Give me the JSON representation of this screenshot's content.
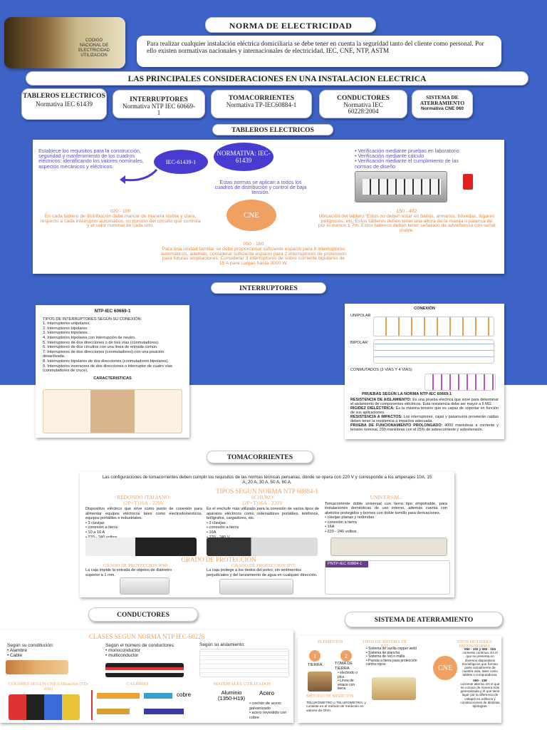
{
  "header": {
    "title": "NORMA DE ELECTRICIDAD",
    "logo_text": [
      "CODIGO",
      "NACIONAL DE",
      "ELECTRICIDAD",
      "UTILIZACION"
    ],
    "intro": "Para realizar cualquier instalación eléctrica domiciliaria se debe tener en cuenta la seguridad tanto del cliente como personal. Por ello existen normativas nacionales y internacionales de electricidad. IEC, CNE, NTP, ASTM",
    "subtitle": "LAS PRINCIPALES CONSIDERACIONES EN UNA INSTALACION ELECTRICA"
  },
  "categories": [
    {
      "title": "TABLEROS ELECTRICOS",
      "norm": "Normativa IEC 61439"
    },
    {
      "title": "INTERRUPTORES",
      "norm": "Normativa NTP IEC 60669-1"
    },
    {
      "title": "TOMACORRIENTES",
      "norm": "Normativa TP-IEC60884-1"
    },
    {
      "title": "CONDUCTORES",
      "norm": "Normativa IEC 60228:2004"
    },
    {
      "title": "SISTEMA DE ATERRAMIENTO",
      "norm": "Normativa CNE 060"
    }
  ],
  "tableros": {
    "heading": "TABLEROS ELECTRICOS",
    "left_text": "Establece los requisitos para la construcción, seguridad y mantenimiento de los cuadros eléctricos: identificando los valores nominales, aspectos mecánicos y eléctricos.",
    "iec_label": "IEC-61439-1",
    "normativa_label": "NORMATIVA: IEC-61439",
    "right_list": [
      "Verificación mediante pruebas en laboratorio",
      "Verificación mediante cálculo",
      "Verificación mediante el cumplimiento de las normas de diseño"
    ],
    "center_text": "Estas normas se aplican a todos los cuadros de distribución y control de baja tensión.",
    "cne_label": "CNE",
    "left_bottom_code": "020 - 100",
    "left_bottom": "En cada tablero de distribución debe marcar de manera visible y clara, respecto a cada interruptor automático, su porción del circuito que controla y el valor nominal de cada uno.",
    "right_bottom_code": "150 - 402",
    "right_bottom": "Ubicación del tablero. Estos no deben estar en baños, armarios, bóvedas, lugares peligrosos, etc. Estos tableros deben tener una altura de la manija o palanca de por lo menos 1.7m. Estos tableros deben tener señalado de advertencia con señal visible.",
    "bottom_code": "050 - 160",
    "bottom": "Para una unidad familiar se debe proporcionar suficiente espacio para 6 interruptores automáticos, además, considerar suficiente espacio para 2 interruptores de protección para futuras ampliaciones. Considerar 3 interruptores de sobre corriente bipolares de 15 A para cargas hasta 3000 W."
  },
  "interruptores": {
    "heading": "INTERRUPTORES",
    "doc_title": "NTP-IEC 60669-1",
    "doc_subtitle": "TIPOS DE INTERRUPTORES SEGÚN SU CONEXIÓN:",
    "list": [
      "1. Interruptores unipolares.",
      "2. Interruptores bipolares.",
      "3. Interruptores tripolares.",
      "4. Interruptores tripolares con interrupción de neutro.",
      "5. Interruptores de dos direcciones o de tres vías (conmutadores).",
      "6. Interruptores de dos circuitos con una línea de entrada común.",
      "7. Interruptores de dos direcciones (conmutadores) con una posición desactivada.",
      "8. Interruptores bipolares de dos direcciones (conmutadores bipolares).",
      "9. Interruptores inversores de dos direcciones o interruptor de cuatro vías (conmutadores de cruce)."
    ],
    "caracteristicas": "CARACTERISTICAS",
    "conexion": "CONEXIÓN",
    "unipolar": "UNIPOLAR",
    "bipolar": "BIPOLAR",
    "conmutados": "CONMUTADOS (3 VIAS Y 4 VIAS)",
    "pruebas_title": "PRUEBAS SEGÚN LA NORMA NTP-IEC 60669-1",
    "pruebas": [
      {
        "label": "RESISTENCIA DE AISLAMIENTO:",
        "text": "Es una prueba eléctrica que sirve para determinar el aislamiento de componentes eléctricos. Esta resistencia debe ser mayor a 5 MΩ."
      },
      {
        "label": "RIGIDEZ DIELÉCTRICA:",
        "text": "Es la máxima tensión que es capaz de soportar en función de sus aplicaciones."
      },
      {
        "label": "RESISTENCIA A IMPACTOS:",
        "text": "Los interruptores, cajas y pasamuros proveerán caídas deben tener la resistencia a impactos adecuada."
      },
      {
        "label": "PRUEBA DE FUNCIONAMIENTO PROLONGADO:",
        "text": "4000 maniobras a corriente y tensión nominal, 200 maniobras con el 25% de sobrecorriente y sobretensión."
      }
    ]
  },
  "tomacorrientes": {
    "heading": "TOMACORRIENTES",
    "intro": "Las configuraciones de tomacorrientes deben cumplir los requisitos de las normas técnicas peruanas, donde se opera con 220 V y corresponde a los amperajes 10A, 15 A, 20 A, 30 A, 50 A, 60 A.",
    "tipos_title": "TIPOS SEGUN NORMA NTP 60884-1",
    "types": [
      {
        "name": "REDONDO ITALIANO:",
        "spec": "(2P+T)10A - 220V",
        "text": "Dispositivo eléctrico que sirve como punto de conexión para alimentar equipos eléctricos tales como electrodomésticos, equipos portátiles e industriales.",
        "bullets": [
          "3 clavijas",
          "conexión a tierra",
          "10 a 16 A",
          "220 - 240 voltios"
        ]
      },
      {
        "name": "SCHUKO:",
        "spec": "(2P+T)16A - 220V",
        "text": "Es el enchufe más utilizado para la conexión de varios tipos de aparatos eléctricos como ordenadores portátiles, teléfonos, bolígrafos, cargadores, etc.",
        "bullets": [
          "2 clavijas",
          "conexión a tierra",
          "16A",
          "220 - 240 V"
        ]
      },
      {
        "name": "UNIVERSAL:",
        "spec": "",
        "text": "Tomacorriente doble universal con tierra tipo empotrable, para instalaciones domésticas de uso interno, además cuenta con alvéolos protegidos y bornes con doble tornillo para derivaciones.",
        "bullets": [
          "clavijas planas y redondas",
          "conexión a tierra",
          "16A",
          "220 - 240 voltios"
        ]
      }
    ],
    "grado_title": "GRADO DE PROTECCIÓN",
    "ip40_title": "GRADO DE PROTECCION IP40",
    "ip40_text": "La caja impide la entrada de objetos de diámetro superior a 1 mm.",
    "ip55_title": "GRADO DE PROTECCION IP55",
    "ip55_text": "La caja protege a los dedos del polvo, sin sedimentos perjudiciales y del lanzamiento de agua en cualquier dirección.",
    "ntp_box": "PNTP-IEC 60884-1"
  },
  "conductores": {
    "heading": "CONDUCTORES",
    "clases_title": "CLASES SEGUN NORMA NTP IEC-60228",
    "constitucion_label": "Según su constitución:",
    "constitucion": [
      "Alambre",
      "Cable"
    ],
    "numero_label": "Según el número de conductores:",
    "numero": [
      "monoconductor",
      "multiconductor"
    ],
    "aislamiento_label": "Según su aislamiento:",
    "colores_title": "COLORES SEGÚN CNE Utilización (TD-036)",
    "calibres_title": "CALIBRES",
    "materiales_title": "MATERIALES UTILIZADOS",
    "cobre": "cobre",
    "aluminio": "Aluminio (1350-H19)",
    "acero": "Acero",
    "acero_items": [
      "con/sin de acero galvanizado",
      "acero revestido con cobre"
    ]
  },
  "aterramiento": {
    "heading": "SISTEMA DE ATERRAMIENTO",
    "elementos": "ELEMENTOS",
    "tipos_sistema": "TIPOS DE SISTEMA DE PAT",
    "tipos_tierra": "TIPOS DE TIERRA SEGUN NORMA",
    "tierra": "TIERRA",
    "toma_tierra": "TOMA DE TIERRA",
    "num1": "1",
    "num2": "2",
    "toma_items": [
      "electrodo o pica",
      "Línea de enlace con tierra"
    ],
    "sistema_items": [
      "Sistema de varilla copper weld",
      "Sistema de plancha",
      "Sistema de red o malla",
      "Puesta a tierra para protección contra rayos"
    ],
    "cne_label": "CNE",
    "codes_1": "060 - 102 y 060 - 104",
    "codes_1_text": "corriente continua. Es el que se presenta en diversos dispositivos tecnológicos que forman parte actualmente de nuestra vida, tales como tablets o computadoras.",
    "codes_2": "060 - 108",
    "codes_2_text": "corriente alterna. Es el que se conoce de manera más generalizada y el que tiene lugar por la diferencia de voltajes en edificios y construcciones de distintas tipologías.",
    "metodo": "MÉTODO DE MEDICIÓN",
    "metodo_text": "TELURÓMETRO o TELUROMETRO, y consiste en el método de medición en valores de Ohm."
  }
}
